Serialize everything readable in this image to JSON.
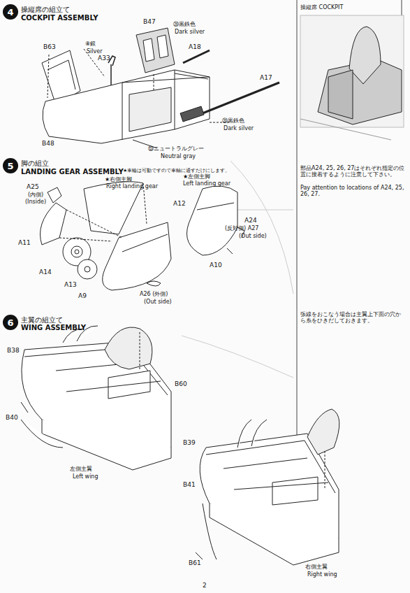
{
  "diagram": {
    "nodes": [
      {
        "text": [
          "4"
        ]
      },
      {
        "text": [
          "5"
        ]
      },
      {
        "text": [
          "6"
        ]
      }
    ],
    "labels": [
      "操縦席の組立て",
      "COCKPIT ASSEMBLY",
      "⑧銀",
      "Silver",
      "A33",
      "B63",
      "B47",
      "⑳黒鉄色",
      "Dark silver",
      "A18",
      "A17",
      "B48",
      "⑳黒鉄色",
      "Dark silver",
      "⑬ニュートラルグレー",
      "Neutral gray",
      "脚の組立",
      "LANDING GEAR ASSEMBLY",
      "★車輪は可動ですので車軸に通すだけにします。",
      "★右側主脚",
      "Right landing gear",
      "★左側主脚",
      "Left landing gear",
      "A25",
      "(内側)",
      "(Inside)",
      "A11",
      "A14",
      "A13",
      "A9",
      "A12",
      "A24",
      "(反対側) A27",
      "(Out side)",
      "A10",
      "A26 (外側)",
      "(Out side)",
      "主翼の組立て",
      "WING ASSEMBLY",
      "B38",
      "B60",
      "B40",
      "左側主翼",
      "Left wing",
      "B39",
      "B41",
      "B61",
      "右側主翼",
      "Right wing",
      "操縦席 COCKPIT",
      "部品A24, 25, 26, 27はそれぞれ指定の位置に接着するように注意して下さい。",
      "Pay attention to locations of A24, 25, 26, 27.",
      "張線をおこなう場合は主翼上下面の穴から糸をひきだしておきます。",
      "2"
    ]
  }
}
